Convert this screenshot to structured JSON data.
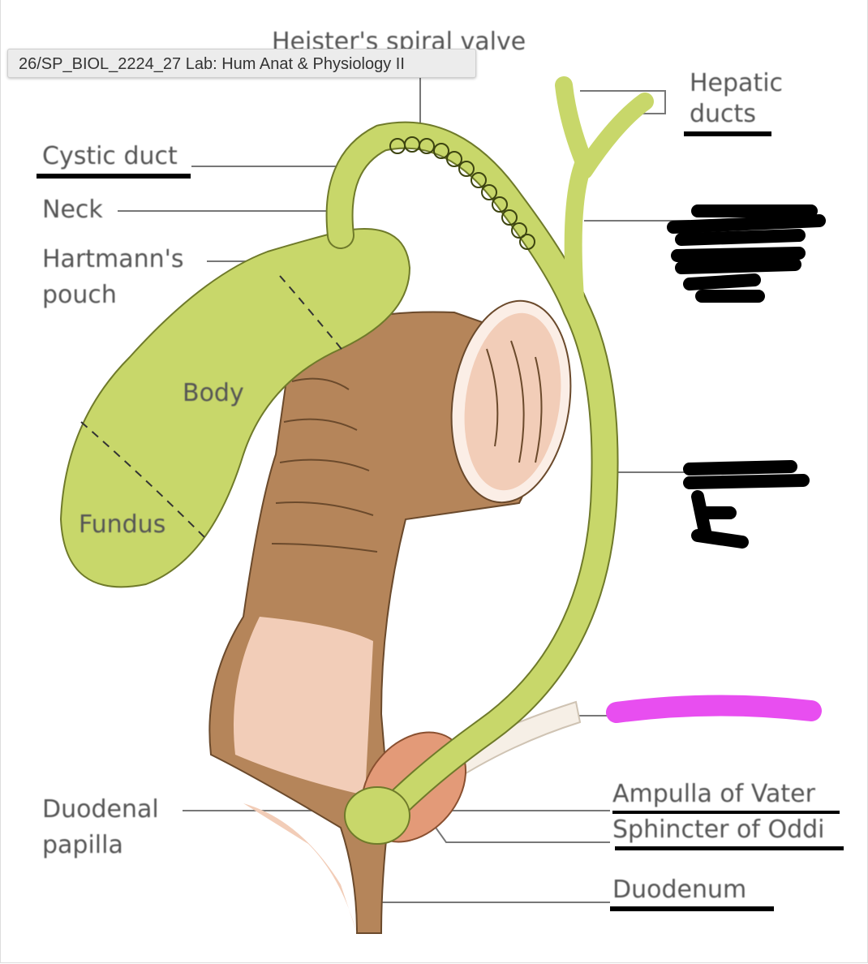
{
  "tooltip": "26/SP_BIOL_2224_27 Lab: Hum Anat & Physiology II",
  "labels": {
    "spiral_valve": "Heister's spiral valve",
    "cystic_duct": "Cystic duct",
    "neck": "Neck",
    "hartmann": "Hartmann's\npouch",
    "body": "Body",
    "fundus": "Fundus",
    "hepatic_ducts": "Hepatic\nducts",
    "duodenal_papilla": "Duodenal\npapilla",
    "ampulla": "Ampulla of Vater",
    "sphincter": "Sphincter of Oddi",
    "duodenum": "Duodenum"
  },
  "colors": {
    "gallbladder": "#c8d76a",
    "duodenum": "#b5855a",
    "mucosa": "#f2cdb8",
    "highlight": "#e84ef0",
    "redaction": "#000000"
  }
}
